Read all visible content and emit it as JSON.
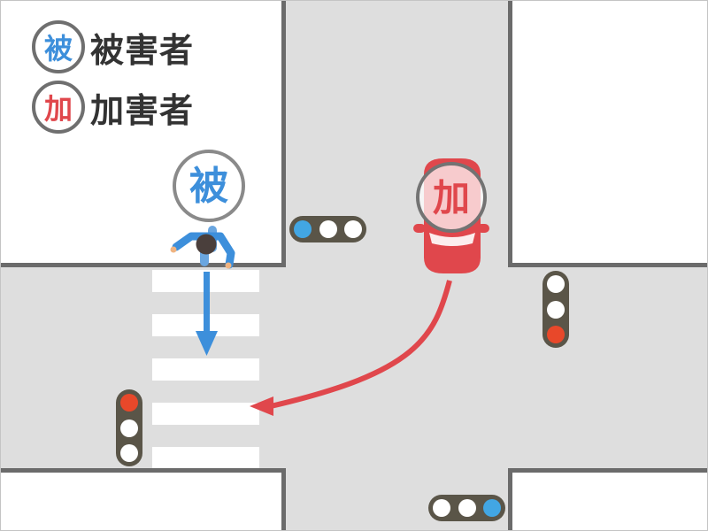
{
  "legend": {
    "victim": {
      "symbol": "被",
      "label": "被害者",
      "color": "#3d8fdb"
    },
    "offender": {
      "symbol": "加",
      "label": "加害者",
      "color": "#e0474c"
    }
  },
  "actors": {
    "pedestrian": {
      "badge": "被",
      "shirt_color": "#3d8fdb",
      "head_color": "#4a3f3c",
      "direction": "south"
    },
    "car": {
      "badge": "加",
      "body_color": "#e0474c",
      "direction": "right-turn toward crosswalk"
    }
  },
  "signals": [
    {
      "id": "north",
      "orientation": "horizontal",
      "lamps": [
        "blue",
        "white",
        "white"
      ]
    },
    {
      "id": "east",
      "orientation": "vertical",
      "lamps": [
        "white",
        "white",
        "red"
      ]
    },
    {
      "id": "west",
      "orientation": "vertical",
      "lamps": [
        "red",
        "white",
        "white"
      ]
    },
    {
      "id": "south",
      "orientation": "horizontal",
      "lamps": [
        "white",
        "white",
        "blue"
      ]
    }
  ],
  "colors": {
    "road": "#dedede",
    "curb": "#6b6b6b",
    "signal_housing": "#5a5548",
    "signal_blue": "#42a6e3",
    "signal_red": "#e8482a",
    "pedestrian_arrow": "#3d8fdb",
    "car_path_arrow": "#e0474c"
  }
}
